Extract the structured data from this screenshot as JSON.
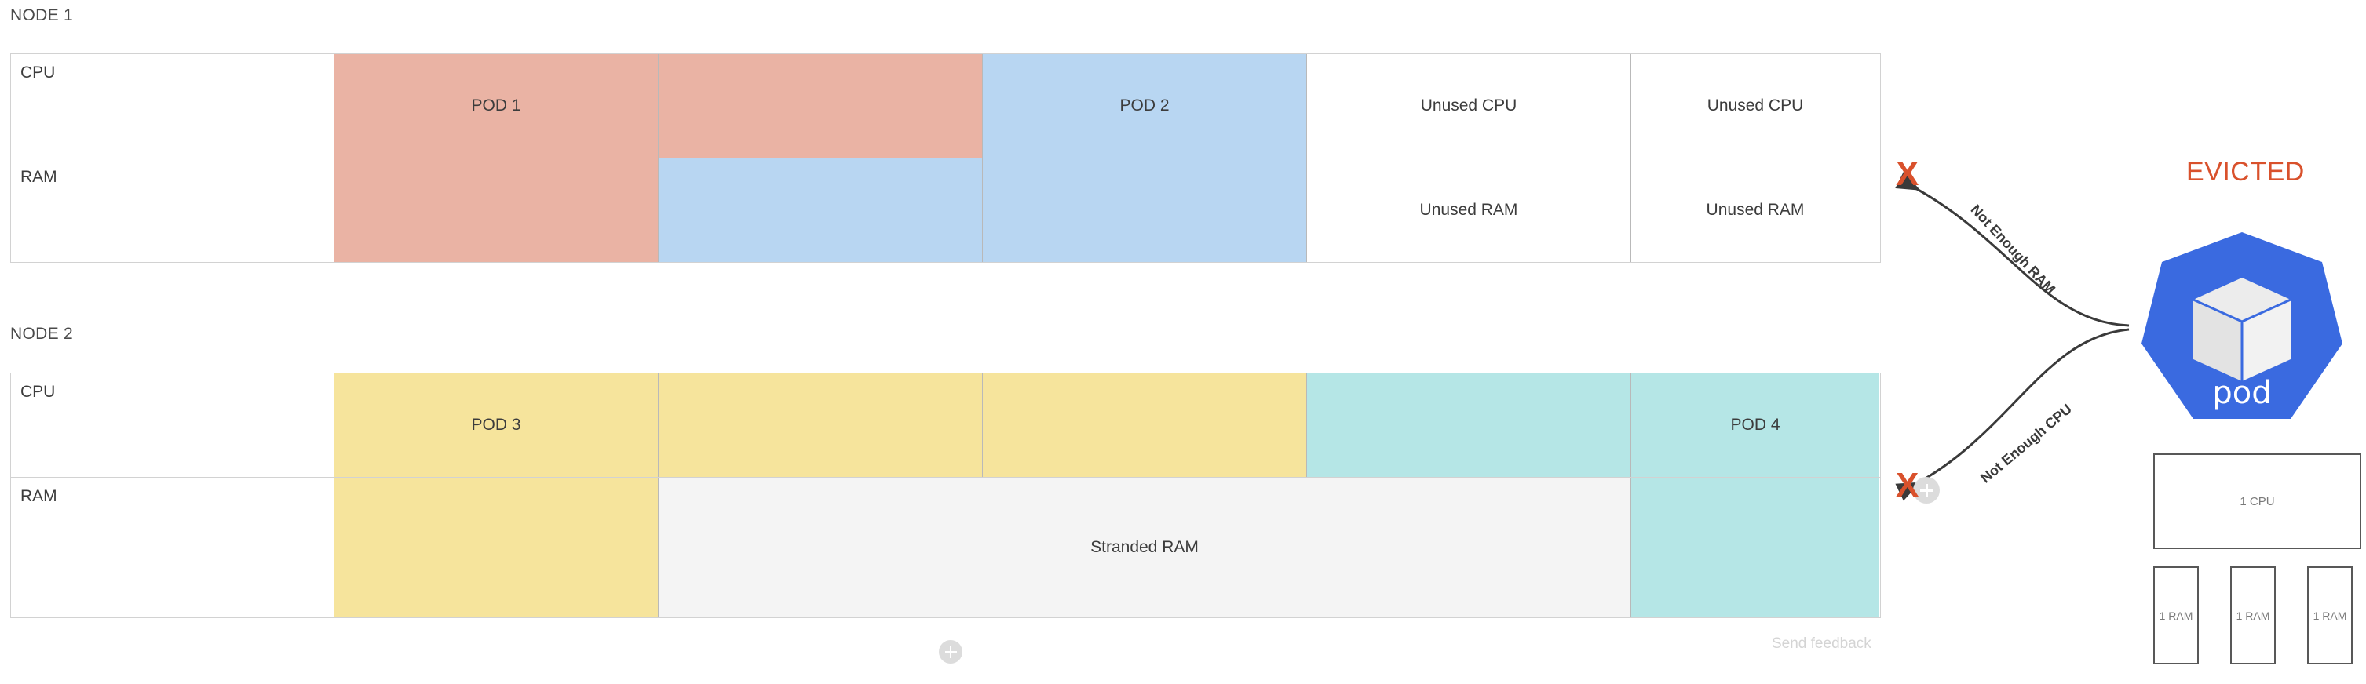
{
  "diagram": {
    "title_colors": {
      "pod_blue": "#3a6ae0",
      "evicted_orange": "#d9512c",
      "x_orange": "#d9512c"
    },
    "nodes": [
      {
        "name": "NODE 1",
        "rows": [
          {
            "label": "CPU",
            "cells": [
              {
                "text": "POD 1",
                "color": "#eab3a4"
              },
              {
                "text": "",
                "color": "#eab3a4"
              },
              {
                "text": "POD 2",
                "color": "#b8d6f2"
              },
              {
                "text": "Unused CPU",
                "color": "#ffffff"
              },
              {
                "text": "Unused CPU",
                "color": "#ffffff"
              }
            ]
          },
          {
            "label": "RAM",
            "cells": [
              {
                "text": "",
                "color": "#eab3a4"
              },
              {
                "text": "",
                "color": "#b8d6f2"
              },
              {
                "text": "",
                "color": "#b8d6f2"
              },
              {
                "text": "Unused RAM",
                "color": "#ffffff"
              },
              {
                "text": "Unused RAM",
                "color": "#ffffff"
              }
            ]
          }
        ]
      },
      {
        "name": "NODE 2",
        "rows": [
          {
            "label": "CPU",
            "cells": [
              {
                "text": "POD 3",
                "color": "#f6e49c"
              },
              {
                "text": "",
                "color": "#f6e49c"
              },
              {
                "text": "",
                "color": "#f6e49c"
              },
              {
                "text": "",
                "color": "#b5e6e6"
              },
              {
                "text": "POD 4",
                "color": "#b5e6e6"
              }
            ]
          },
          {
            "label": "RAM",
            "cells": [
              {
                "text": "",
                "color": "#f6e49c"
              },
              {
                "text": "Stranded RAM",
                "color": "#f4f4f4",
                "span": 3
              },
              {
                "text": "",
                "color": "#b5e6e6"
              }
            ]
          }
        ]
      }
    ],
    "edges": [
      {
        "label": "Not Enough RAM",
        "from": "pod",
        "to": "node-1-ram"
      },
      {
        "label": "Not Enough CPU",
        "from": "pod",
        "to": "node-2-ram"
      }
    ],
    "right_panel": {
      "status": "EVICTED",
      "pod_label": "pod",
      "cpu_request": "1 CPU",
      "ram_requests": [
        "1 RAM",
        "1 RAM",
        "1 RAM"
      ]
    },
    "footer": {
      "send_feedback": "Send feedback",
      "add_button": "+"
    }
  }
}
